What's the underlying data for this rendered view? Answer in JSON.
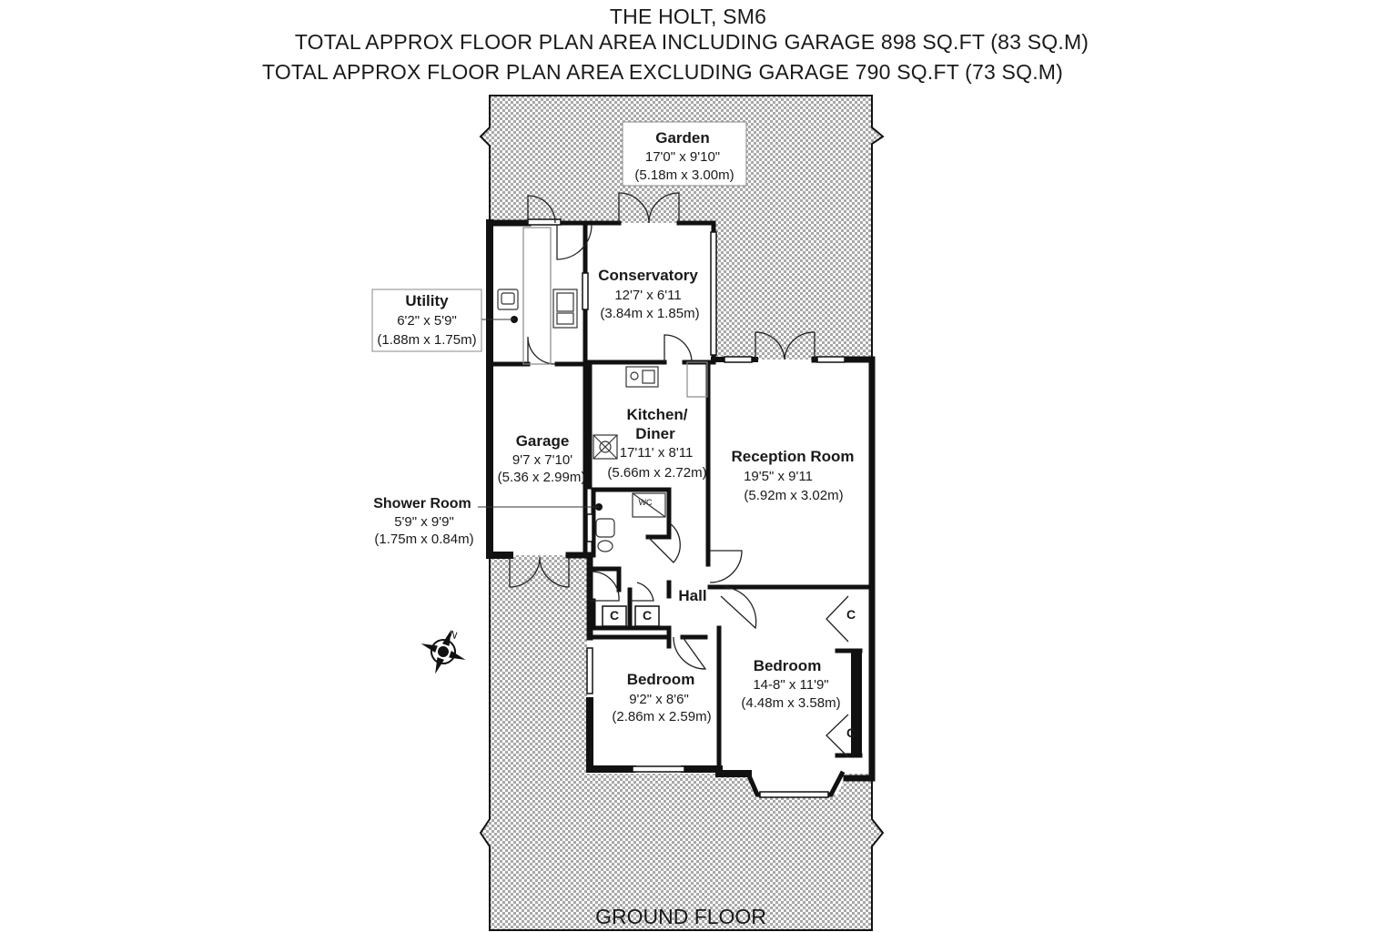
{
  "header": {
    "title": "THE HOLT, SM6",
    "area_including_garage": "TOTAL APPROX FLOOR PLAN AREA INCLUDING GARAGE 898 SQ.FT (83 SQ.M)",
    "area_excluding_garage": "TOTAL APPROX FLOOR PLAN AREA EXCLUDING GARAGE 790 SQ.FT (73 SQ.M)"
  },
  "floor_label": "GROUND FLOOR",
  "rooms": {
    "garden": {
      "name": "Garden",
      "imperial": "17'0\" x 9'10\"",
      "metric": "(5.18m x 3.00m)"
    },
    "conservatory": {
      "name": "Conservatory",
      "imperial": "12'7' x 6'11",
      "metric": "(3.84m x 1.85m)"
    },
    "utility": {
      "name": "Utility",
      "imperial": "6'2\" x 5'9\"",
      "metric": "(1.88m x 1.75m)"
    },
    "kitchen": {
      "name_line1": "Kitchen/",
      "name_line2": "Diner",
      "imperial": "17'11' x 8'11",
      "metric": "(5.66m x 2.72m)"
    },
    "garage": {
      "name": "Garage",
      "imperial": "9'7 x 7'10'",
      "metric": "(5.36 x 2.99m)"
    },
    "reception": {
      "name": "Reception Room",
      "imperial": "19'5\" x 9'11",
      "metric": "(5.92m x 3.02m)"
    },
    "shower": {
      "name": "Shower Room",
      "imperial": "5'9\" x 9'9\"",
      "metric": "(1.75m x 0.84m)"
    },
    "hall": {
      "name": "Hall"
    },
    "bedroom1": {
      "name": "Bedroom",
      "imperial": "9'2\" x 8'6\"",
      "metric": "(2.86m x 2.59m)"
    },
    "bedroom2": {
      "name": "Bedroom",
      "imperial": "14-8\" x 11'9\"",
      "metric": "(4.48m x 3.58m)"
    }
  },
  "cupboard_label": "C",
  "wc_label": "WC",
  "compass_label": "N",
  "colors": {
    "wall": "#111111",
    "pattern": "#9e9e9e",
    "text": "#1a1a1a"
  }
}
